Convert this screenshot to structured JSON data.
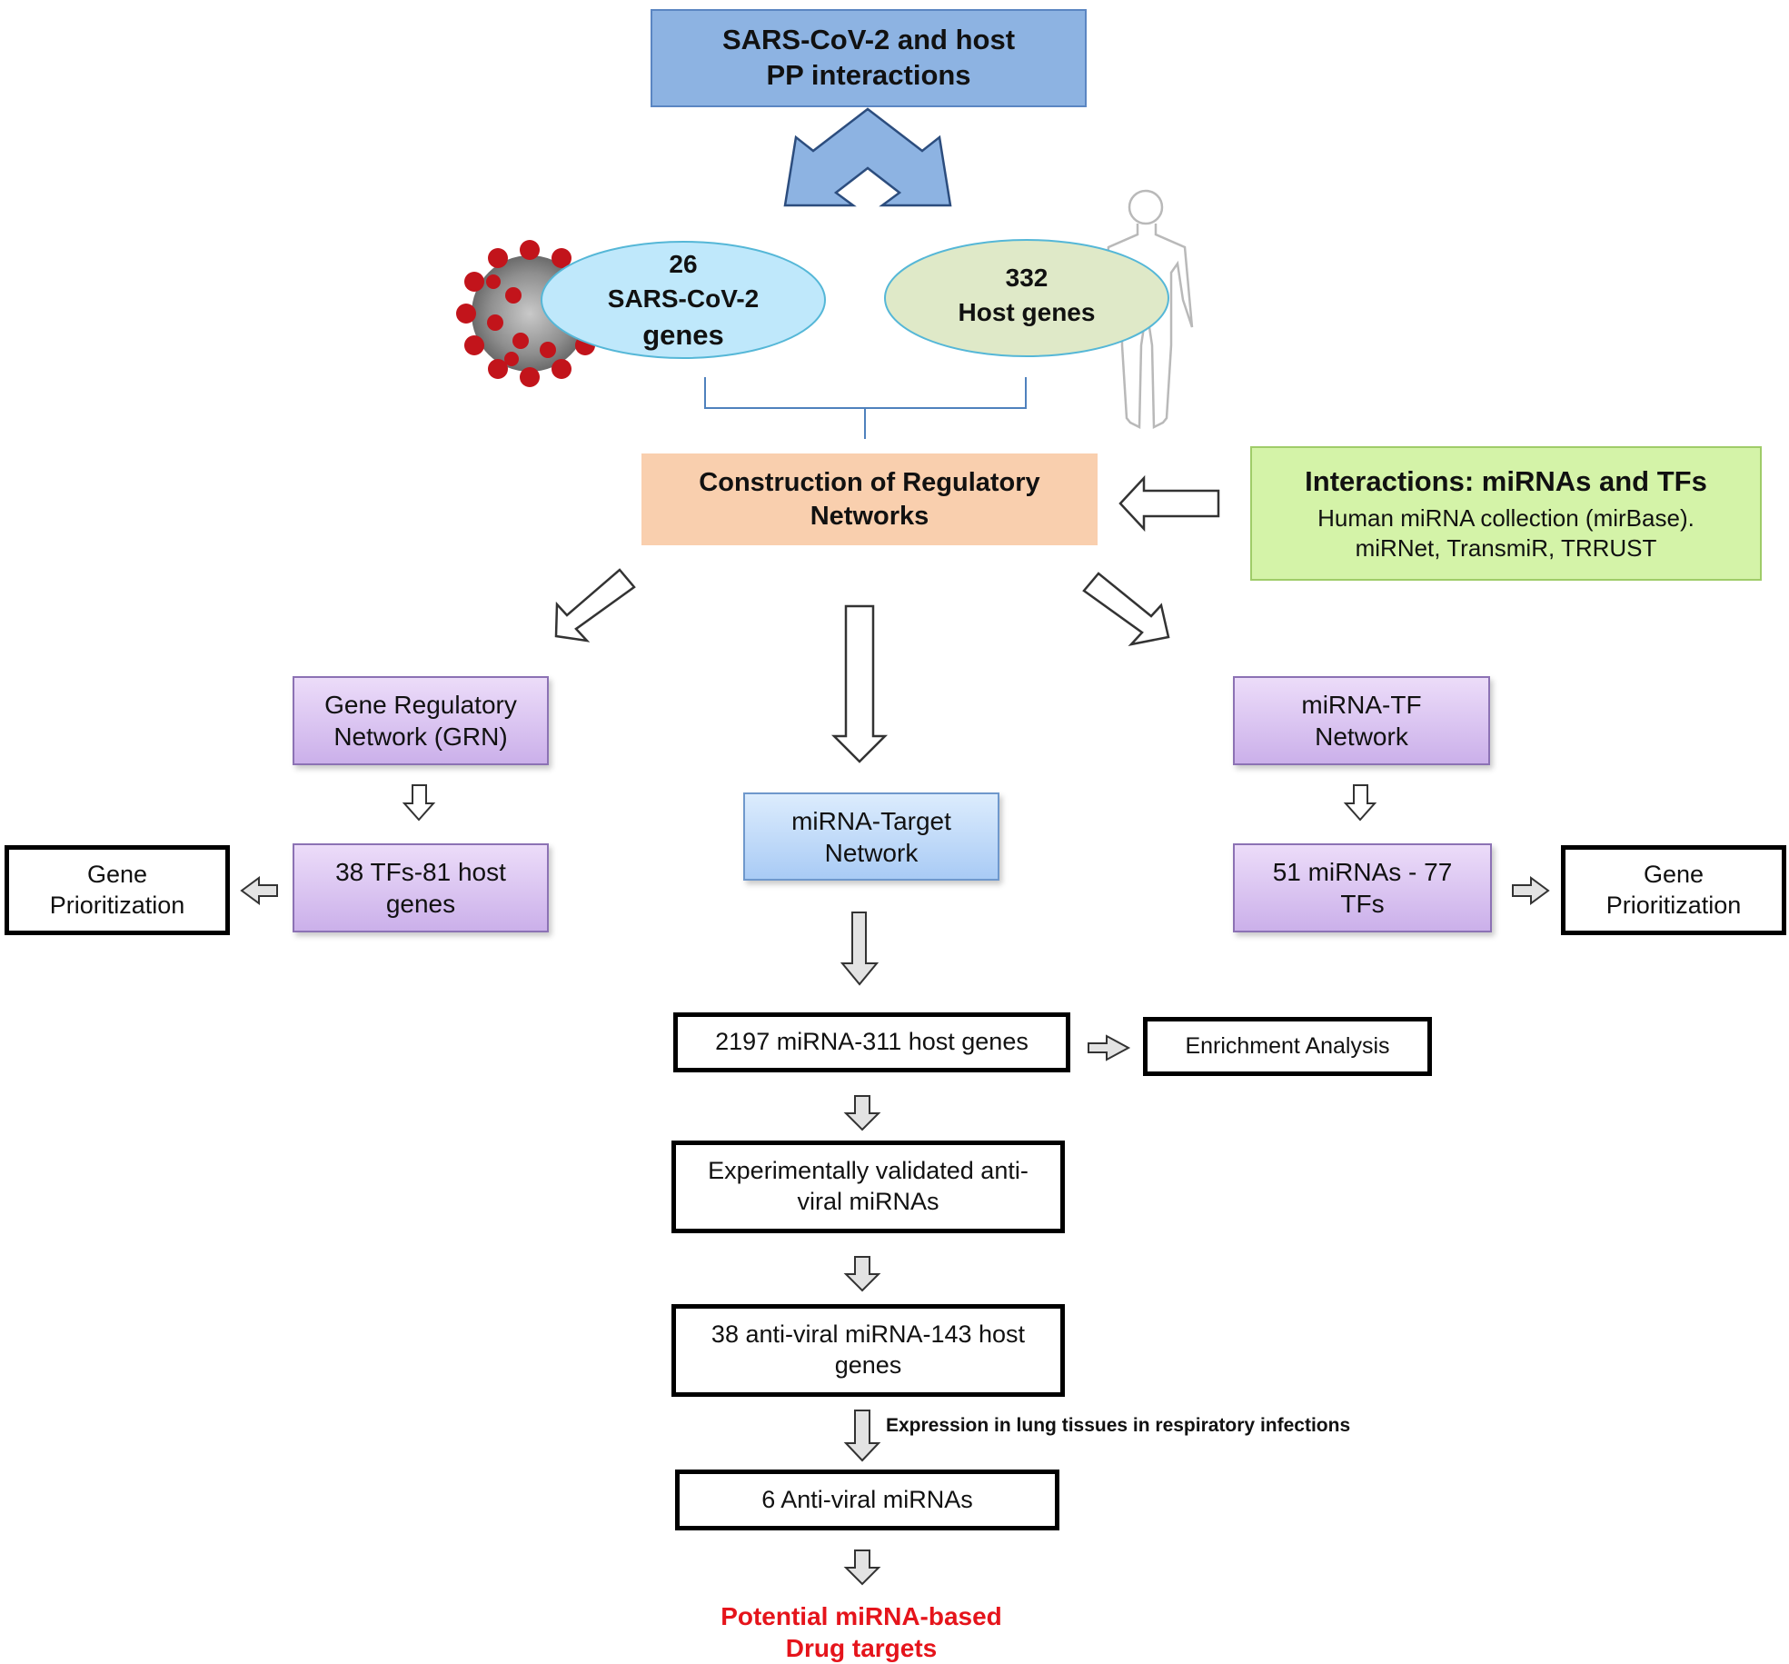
{
  "top_box": {
    "line1": "SARS-CoV-2 and host",
    "line2": "PP interactions"
  },
  "virus_genes": {
    "count": "26",
    "line1": "SARS-CoV-2",
    "line2": "genes"
  },
  "host_genes": {
    "count": "332",
    "label": "Host genes"
  },
  "construction": {
    "line1": "Construction of Regulatory",
    "line2": "Networks"
  },
  "interactions": {
    "title": "Interactions: miRNAs and TFs",
    "line1": "Human miRNA collection (mirBase).",
    "line2": "miRNet, TransmiR, TRRUST"
  },
  "grn": {
    "line1": "Gene Regulatory",
    "line2": "Network (GRN)"
  },
  "mirna_target": {
    "line1": "miRNA-Target",
    "line2": "Network"
  },
  "mirna_tf": {
    "line1": "miRNA-TF",
    "line2": "Network"
  },
  "grn_result": {
    "line1": "38 TFs-81 host",
    "line2": "genes"
  },
  "tf_result": {
    "line1": "51 miRNAs - 77",
    "line2": "TFs"
  },
  "gene_prioritization_left": {
    "line1": "Gene",
    "line2": "Prioritization"
  },
  "gene_prioritization_right": {
    "line1": "Gene",
    "line2": "Prioritization"
  },
  "target_result": {
    "label": "2197 miRNA-311 host genes"
  },
  "enrichment": {
    "label": "Enrichment Analysis"
  },
  "validated": {
    "line1": "Experimentally validated anti-",
    "line2": "viral miRNAs"
  },
  "antiviral_hosts": {
    "line1": "38 anti-viral miRNA-143 host",
    "line2": "genes"
  },
  "expression_note": "Expression in lung tissues in respiratory infections",
  "six_mirnas": {
    "label": "6 Anti-viral miRNAs"
  },
  "final": {
    "line1": "Potential miRNA-based",
    "line2": "Drug targets",
    "color": "#e5141b"
  },
  "colors": {
    "top_fill": "#8db3e2",
    "virus_ellipse": "#bfe8fb",
    "host_ellipse": "#dfe9c8",
    "construction_fill": "#f9cfae",
    "interactions_fill": "#d4f3a8",
    "network_purple": "#dcc8f2",
    "network_blue": "#c3dcf8"
  },
  "icons": [
    "coronavirus-icon",
    "human-figure-icon"
  ]
}
